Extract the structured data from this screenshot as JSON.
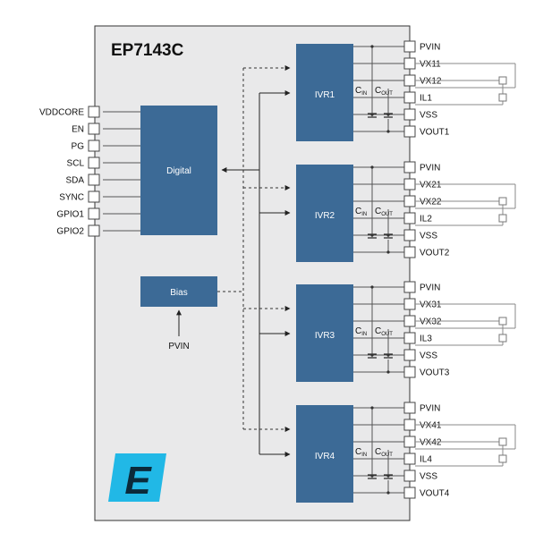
{
  "chip": {
    "title": "EP7143C"
  },
  "left_pins": [
    "VDDCORE",
    "EN",
    "PG",
    "SCL",
    "SDA",
    "SYNC",
    "GPIO1",
    "GPIO2"
  ],
  "blocks": {
    "digital": "Digital",
    "bias": "Bias"
  },
  "bias_input": "PVIN",
  "regulators": [
    {
      "name": "IVR1",
      "pins": [
        "PVIN",
        "VX11",
        "VX12",
        "IL1",
        "VSS",
        "VOUT1"
      ]
    },
    {
      "name": "IVR2",
      "pins": [
        "PVIN",
        "VX21",
        "VX22",
        "IL2",
        "VSS",
        "VOUT2"
      ]
    },
    {
      "name": "IVR3",
      "pins": [
        "PVIN",
        "VX31",
        "VX32",
        "IL3",
        "VSS",
        "VOUT3"
      ]
    },
    {
      "name": "IVR4",
      "pins": [
        "PVIN",
        "VX41",
        "VX42",
        "IL4",
        "VSS",
        "VOUT4"
      ]
    }
  ],
  "cap": {
    "cin_main": "C",
    "cin_sub": "IN",
    "cout_main": "C",
    "cout_sub": "OUT"
  },
  "logo": {
    "letter": "E",
    "colors": {
      "fill": "#21b8e6",
      "dark": "#0b2a3a"
    }
  },
  "colors": {
    "block": "#3c6a96",
    "chip_bg": "#e9e9ea",
    "line": "#333333"
  }
}
